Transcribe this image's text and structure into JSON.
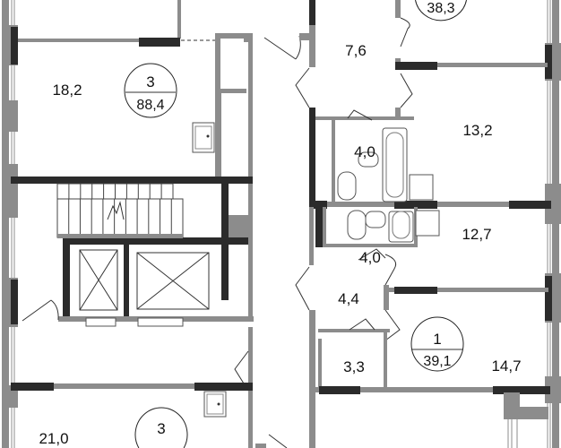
{
  "plan": {
    "rooms": {
      "room_18_2": "18,2",
      "room_7_6": "7,6",
      "room_13_2": "13,2",
      "bath_upper": "4,0",
      "bath_lower": "4,0",
      "room_12_7": "12,7",
      "hall_4_4": "4,4",
      "room_3_3": "3,3",
      "room_14_7": "14,7",
      "room_21_0": "21,0"
    },
    "apartments": [
      {
        "rooms": "3",
        "area": "88,4"
      },
      {
        "rooms": "1",
        "area": "39,1"
      },
      {
        "rooms": "",
        "area": "38,3"
      },
      {
        "rooms": "3",
        "area": ""
      }
    ]
  }
}
